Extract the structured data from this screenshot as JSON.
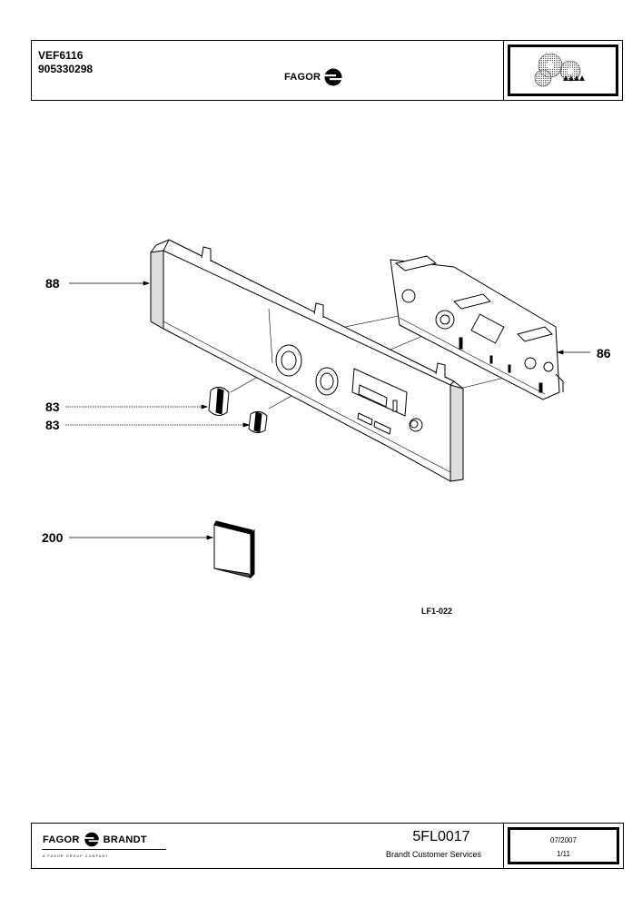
{
  "header": {
    "model": "VEF6116",
    "part_number": "905330298",
    "brand": "FAGOR"
  },
  "callouts": [
    {
      "id": "88",
      "text": "88"
    },
    {
      "id": "86",
      "text": "86"
    },
    {
      "id": "83a",
      "text": "83"
    },
    {
      "id": "83b",
      "text": "83"
    },
    {
      "id": "200",
      "text": "200"
    }
  ],
  "drawing_ref": "LF1-022",
  "footer": {
    "brand_left": "FAGOR",
    "brand_right": "BRANDT",
    "group_tagline": "A FAGOR GROUP COMPANY",
    "document_code": "5FL0017",
    "service": "Brandt Customer Services",
    "date": "07/2007",
    "page": "1/11"
  }
}
